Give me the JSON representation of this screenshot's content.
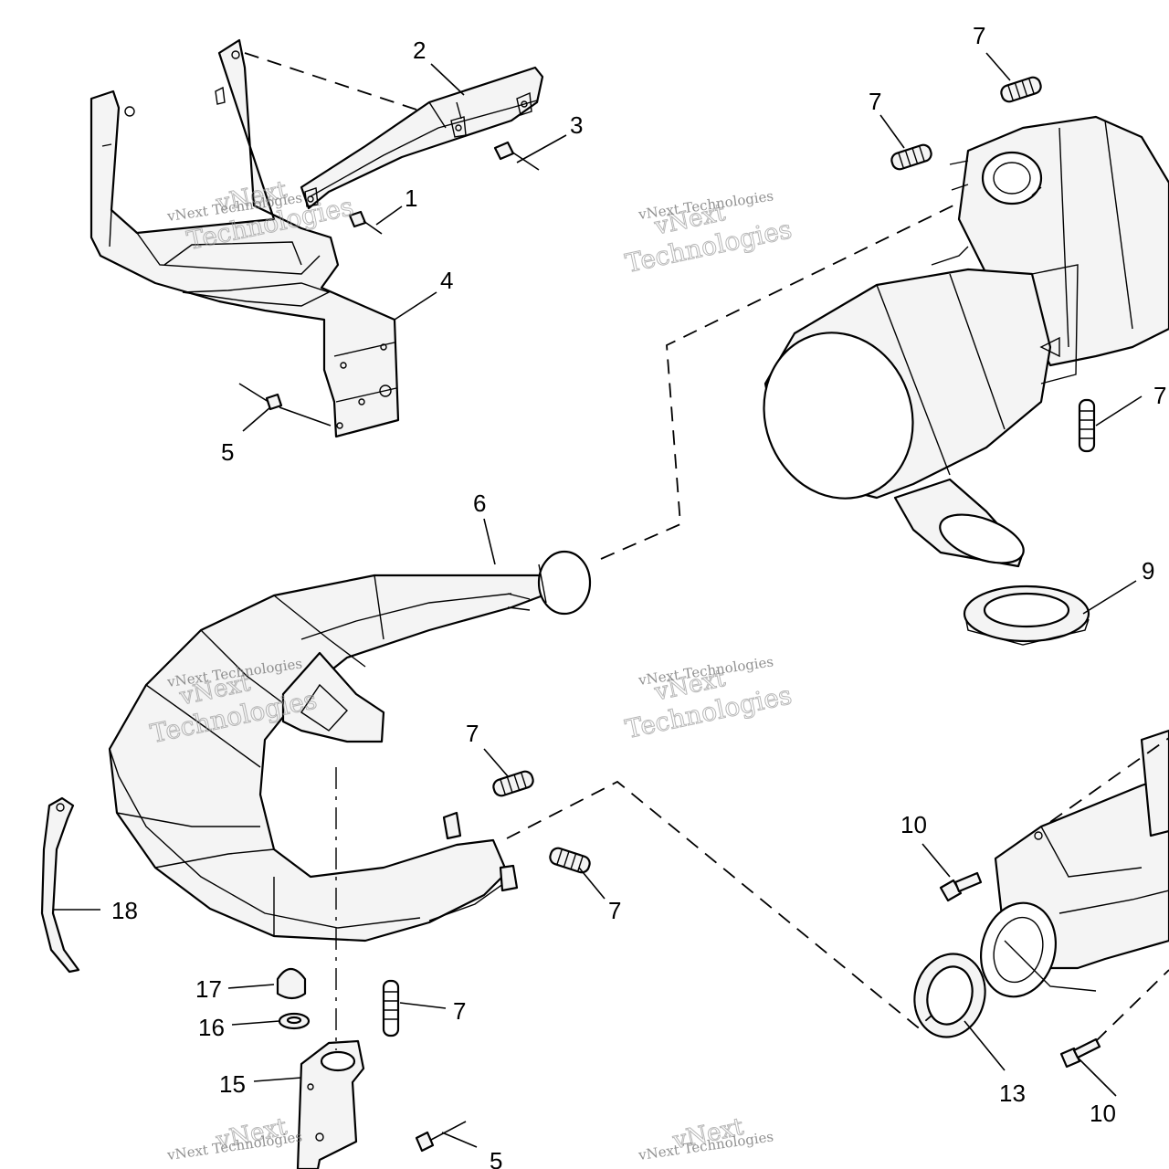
{
  "callouts": [
    {
      "id": "1",
      "text": "1"
    },
    {
      "id": "2",
      "text": "2"
    },
    {
      "id": "3",
      "text": "3"
    },
    {
      "id": "4",
      "text": "4"
    },
    {
      "id": "5a",
      "text": "5"
    },
    {
      "id": "5b",
      "text": "5"
    },
    {
      "id": "6",
      "text": "6"
    },
    {
      "id": "7a",
      "text": "7"
    },
    {
      "id": "7b",
      "text": "7"
    },
    {
      "id": "7c",
      "text": "7"
    },
    {
      "id": "7d",
      "text": "7"
    },
    {
      "id": "7e",
      "text": "7"
    },
    {
      "id": "7f",
      "text": "7"
    },
    {
      "id": "9",
      "text": "9"
    },
    {
      "id": "10a",
      "text": "10"
    },
    {
      "id": "10b",
      "text": "10"
    },
    {
      "id": "13",
      "text": "13"
    },
    {
      "id": "15",
      "text": "15"
    },
    {
      "id": "16",
      "text": "16"
    },
    {
      "id": "17",
      "text": "17"
    },
    {
      "id": "18",
      "text": "18"
    }
  ],
  "watermark": {
    "line1": "vNext",
    "line2": "Technologies",
    "small": "vNext Technologies"
  }
}
